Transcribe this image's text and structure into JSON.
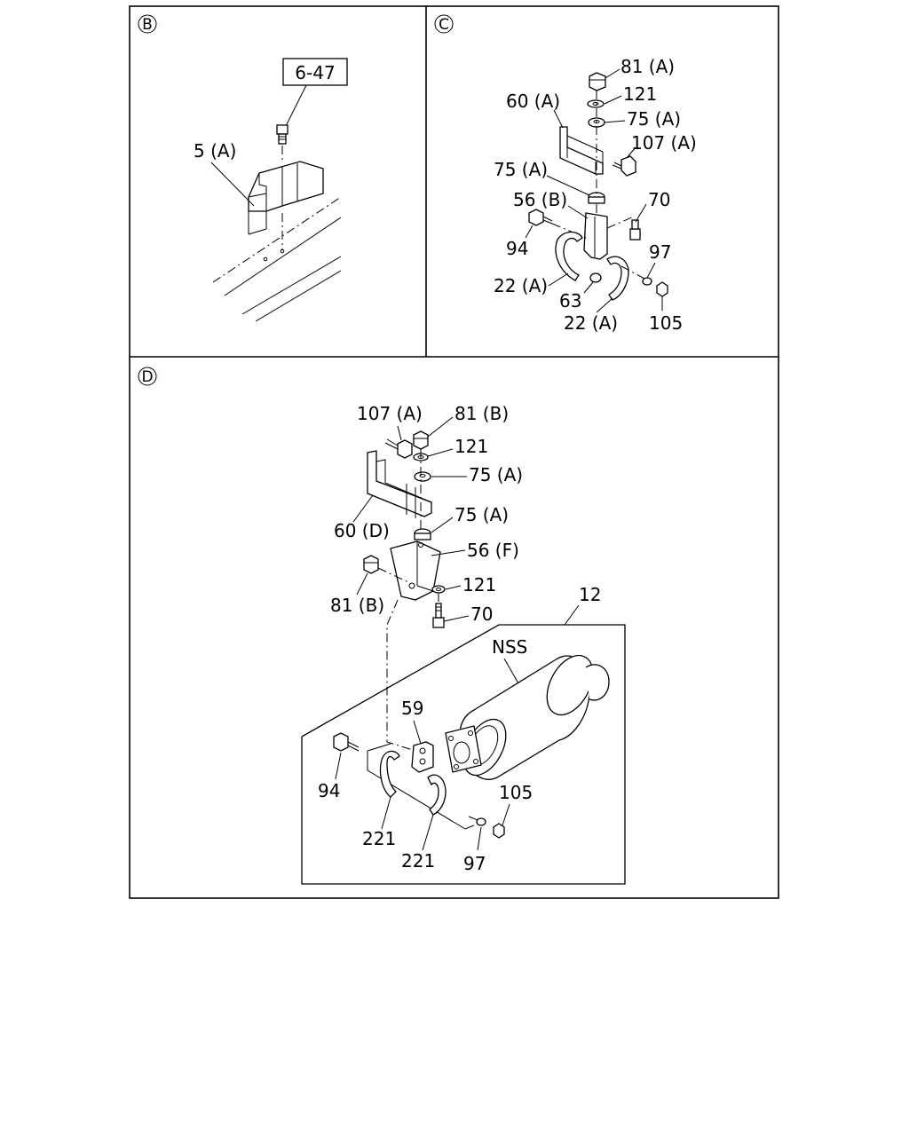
{
  "panels": {
    "b": {
      "letter": "B",
      "ref_box": "6-47",
      "labels": [
        "5 (A)"
      ]
    },
    "c": {
      "letter": "C",
      "labels": [
        "81 (A)",
        "121",
        "60 (A)",
        "75 (A)",
        "107 (A)",
        "75 (A)",
        "56 (B)",
        "70",
        "94",
        "97",
        "22 (A)",
        "63",
        "22 (A)",
        "105"
      ]
    },
    "d": {
      "letter": "D",
      "labels": [
        "107 (A)",
        "81 (B)",
        "121",
        "75 (A)",
        "60 (D)",
        "75 (A)",
        "56 (F)",
        "81 (B)",
        "121",
        "70",
        "12",
        "NSS",
        "59",
        "94",
        "105",
        "221",
        "221",
        "97"
      ]
    }
  }
}
